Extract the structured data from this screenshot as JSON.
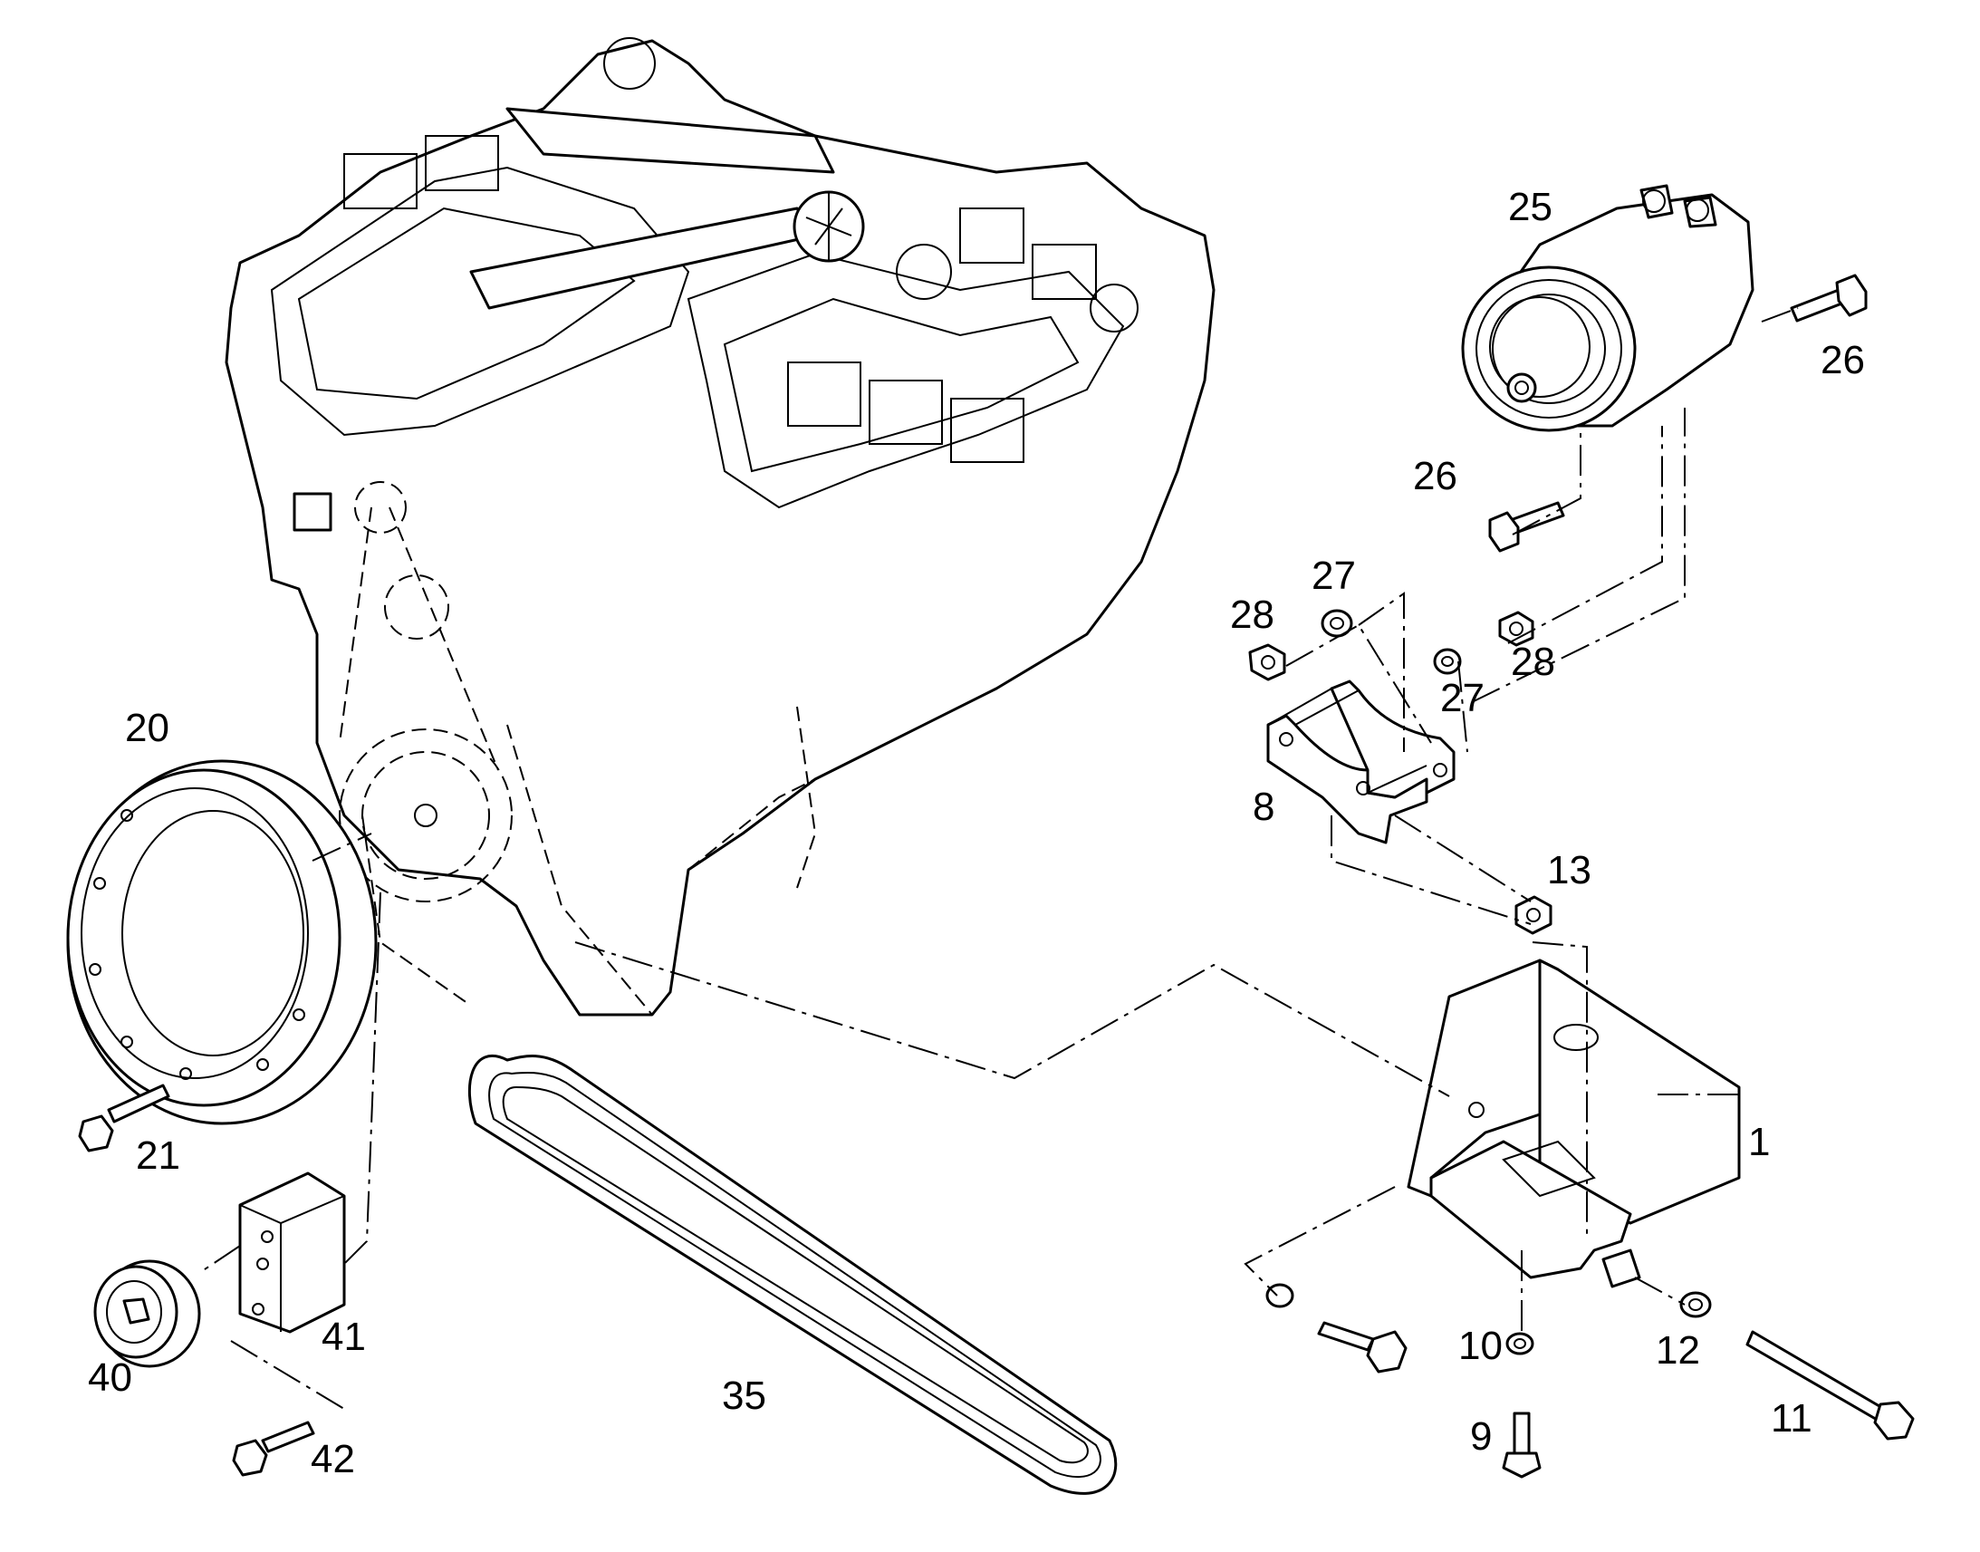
{
  "callouts": {
    "c1": "1",
    "c8": "8",
    "c9": "9",
    "c10": "10",
    "c11": "11",
    "c12": "12",
    "c13": "13",
    "c20": "20",
    "c21": "21",
    "c25": "25",
    "c26a": "26",
    "c26b": "26",
    "c27a": "27",
    "c27b": "27",
    "c28a": "28",
    "c28b": "28",
    "c35": "35",
    "c40": "40",
    "c41": "41",
    "c42": "42"
  }
}
